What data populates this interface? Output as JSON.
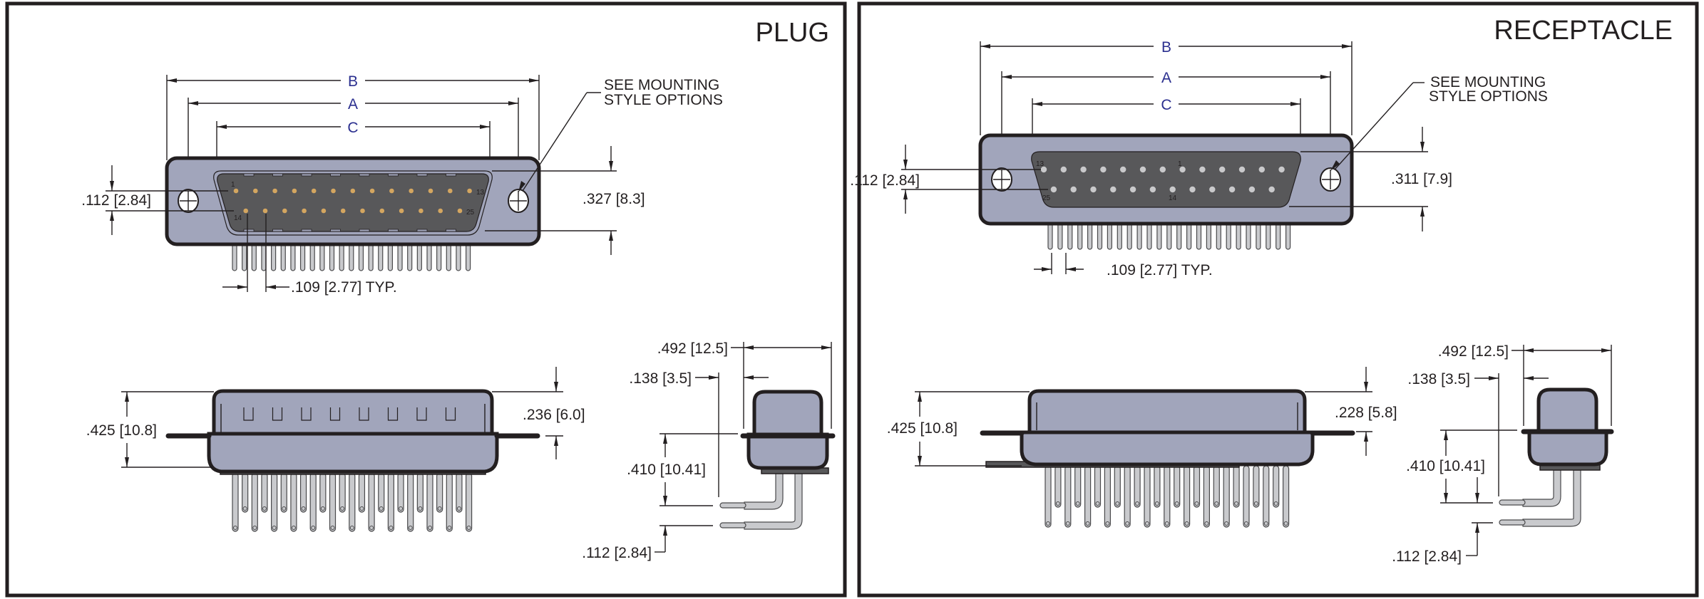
{
  "panels": [
    {
      "id": "plug",
      "title": "PLUG",
      "front_view": {
        "dim_labels": {
          "b": "B",
          "a": "A",
          "c": "C"
        },
        "pin_pitch_vertical": ".112 [2.84]",
        "face_height": ".327 [8.3]",
        "pin_spacing": ".109 [2.77] TYP.",
        "callout": [
          "SEE MOUNTING",
          "STYLE OPTIONS"
        ],
        "pin_numbers": {
          "top_left": "1",
          "top_right": "13",
          "bottom_left": "14",
          "bottom_right": "25"
        },
        "contact_type": "pin",
        "top_row_count": 13,
        "bottom_row_count": 12
      },
      "side_view": {
        "overall_height": ".425 [10.8]",
        "mating_height": ".236 [6.0]"
      },
      "end_view": {
        "overall_width": ".492 [12.5]",
        "offset": ".138 [3.5]",
        "tail_height": ".410 [10.41]",
        "row_spacing": ".112 [2.84]"
      }
    },
    {
      "id": "receptacle",
      "title": "RECEPTACLE",
      "front_view": {
        "dim_labels": {
          "b": "B",
          "a": "A",
          "c": "C"
        },
        "pin_pitch_vertical": ".112 [2.84]",
        "face_height": ".311 [7.9]",
        "pin_spacing": ".109 [2.77] TYP.",
        "callout": [
          "SEE MOUNTING",
          "STYLE OPTIONS"
        ],
        "pin_numbers": {
          "top_left": "13",
          "top_right": "1",
          "bottom_left": "25",
          "bottom_right": "14"
        },
        "contact_type": "socket",
        "top_row_count": 13,
        "bottom_row_count": 12
      },
      "side_view": {
        "overall_height": ".425 [10.8]",
        "mating_height": ".228 [5.8]"
      },
      "end_view": {
        "overall_width": ".492 [12.5]",
        "offset": ".138 [3.5]",
        "tail_height": ".410 [10.41]",
        "row_spacing": ".112 [2.84]"
      }
    }
  ],
  "colors": {
    "shell": "#a1a5bb",
    "insulator": "#58585a",
    "gold_contact": "#d4a660",
    "socket_contact": "#c9c9cb",
    "dimension_letter": "#2b2f8f",
    "outline": "#231f20"
  }
}
